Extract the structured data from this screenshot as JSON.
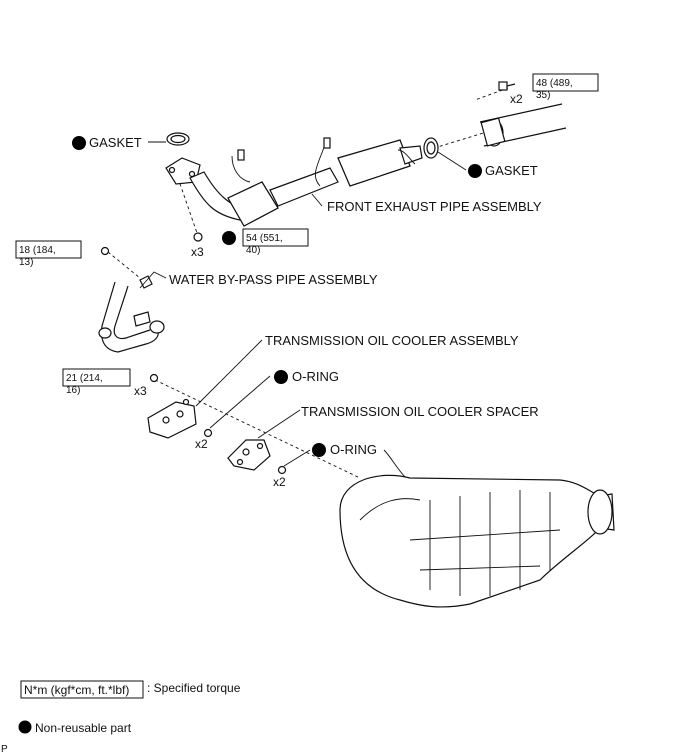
{
  "callouts": {
    "gasket_left": "GASKET",
    "gasket_right": "GASKET",
    "front_exhaust_pipe": "FRONT EXHAUST PIPE ASSEMBLY",
    "water_bypass_pipe": "WATER BY-PASS PIPE ASSEMBLY",
    "trans_oil_cooler": "TRANSMISSION OIL COOLER ASSEMBLY",
    "o_ring_1": "O-RING",
    "trans_oil_cooler_spacer": "TRANSMISSION OIL COOLER SPACER",
    "o_ring_2": "O-RING"
  },
  "torques": {
    "t48": {
      "line1": "48 (489,",
      "line2": "35)"
    },
    "t54": {
      "line1": "54 (551,",
      "line2": "40)"
    },
    "t18": {
      "line1": "18 (184,",
      "line2": "13)"
    },
    "t21": {
      "line1": "21 (214,",
      "line2": "16)"
    }
  },
  "quantities": {
    "bolt_48": "x2",
    "nut_54": "x3",
    "bolt_21": "x3",
    "o_ring_1": "x2",
    "o_ring_2": "x2"
  },
  "legend": {
    "torque_units": "N*m (kgf*cm, ft.*lbf)",
    "torque_desc": ": Specified torque",
    "nonreusable_desc": "Non-reusable part"
  },
  "corner_mark": "P"
}
